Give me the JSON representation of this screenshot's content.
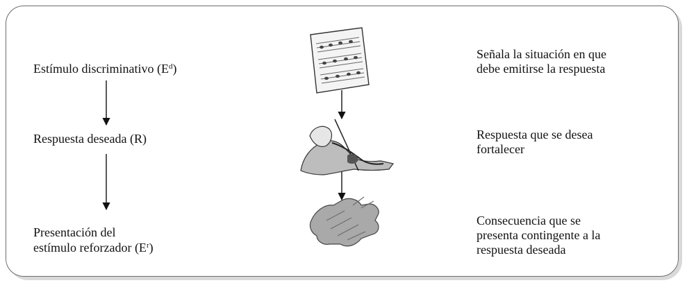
{
  "steps": [
    {
      "term": "Estímulo discriminativo (E",
      "term_sup": "d",
      "term_close": ")",
      "description_lines": [
        "Señala la situación en que",
        "debe emitirse la respuesta"
      ],
      "picture": "sheet-music-icon"
    },
    {
      "term": "Respuesta deseada (R)",
      "description_lines": [
        "Respuesta que se desea",
        "fortalecer"
      ],
      "picture": "violinist-icon"
    },
    {
      "term_lines": [
        "Presentación del",
        "estímulo reforzador (E"
      ],
      "term_sup": "r",
      "term_close": ")",
      "description_lines": [
        "Consecuencia que se",
        "presenta contingente a la",
        "respuesta deseada"
      ],
      "picture": "applauding-hands-icon"
    }
  ],
  "colors": {
    "border": "#6b6b6b",
    "shadow": "#d9d9d9",
    "text": "#111111",
    "picture": "#9a9a9a"
  }
}
